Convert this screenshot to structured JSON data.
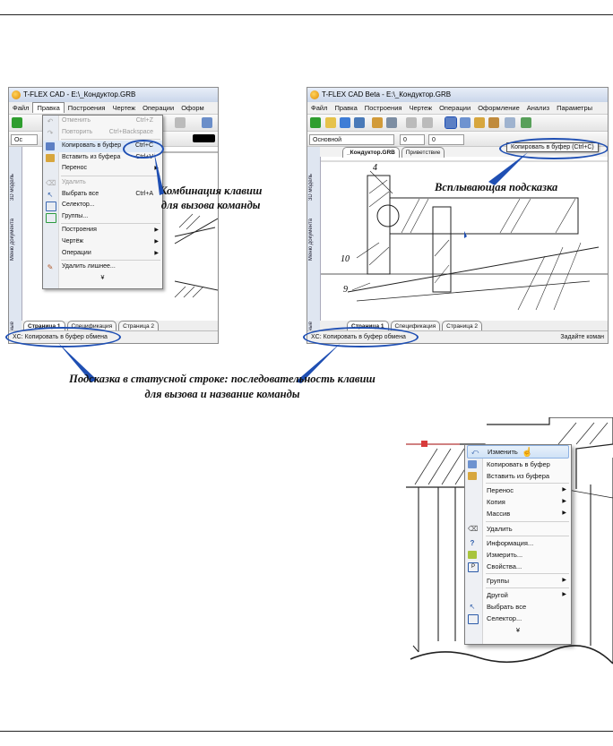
{
  "screenshot_left": {
    "window_title": "T-FLEX CAD - E:\\_Кондуктор.GRB",
    "menus": [
      "Файл",
      "Правка",
      "Построения",
      "Чертеж",
      "Операции",
      "Оформ"
    ],
    "panel_label": "Ос",
    "side_tabs": [
      "3D модель",
      "Меню документа",
      "Переменные"
    ],
    "edit_menu": {
      "items": [
        {
          "label": "Отменить",
          "shortcut": "Ctrl+Z",
          "disabled": true
        },
        {
          "label": "Повторить",
          "shortcut": "Ctrl+Backspace",
          "disabled": true
        },
        {
          "label": "Копировать в буфер",
          "shortcut": "Ctrl+C"
        },
        {
          "label": "Вставить из буфера",
          "shortcut": "Ctrl+V"
        },
        {
          "label": "Перенос",
          "submenu": true
        },
        {
          "label": "Удалить",
          "disabled": true
        },
        {
          "label": "Выбрать все",
          "shortcut": "Ctrl+A"
        },
        {
          "label": "Селектор..."
        },
        {
          "label": "Группы..."
        },
        {
          "label": "Построения",
          "submenu": true
        },
        {
          "label": "Чертёж",
          "submenu": true
        },
        {
          "label": "Операции",
          "submenu": true
        },
        {
          "label": "Удалить лишнее..."
        }
      ],
      "expand_glyph": "¥"
    },
    "page_tabs": [
      "Страница 1",
      "Спецификация",
      "Страница 2"
    ],
    "status": "XC: Копировать в буфер обмена"
  },
  "screenshot_right": {
    "window_title": "T-FLEX CAD Beta - E:\\_Кондуктор.GRB",
    "menus": [
      "Файл",
      "Правка",
      "Построения",
      "Чертеж",
      "Операции",
      "Оформление",
      "Анализ",
      "Параметры"
    ],
    "combo_style": "Основной",
    "combo_a": "0",
    "combo_b": "0",
    "tooltip": "Копировать в буфер (Ctrl+C)",
    "doc_tabs": [
      "_Кондуктор.GRB",
      "Приветствие"
    ],
    "drawing_labels": [
      "4",
      "10",
      "9"
    ],
    "page_tabs": [
      "Страница 1",
      "Спецификация",
      "Страница 2"
    ],
    "status": "XC: Копировать в буфер обмена",
    "status_right": "Задайте коман"
  },
  "callouts": {
    "shortcut_caption_1": "Комбинация клавиш",
    "shortcut_caption_2": "для вызова команды",
    "tooltip_caption": "Всплывающая подсказка",
    "status_caption_1": "Подсказка в статусной строке: последовательность клавиш",
    "status_caption_2": "для вызова и название команды"
  },
  "context_menu": {
    "items": [
      {
        "label": "Изменить",
        "highlighted": true
      },
      {
        "label": "Копировать в буфер"
      },
      {
        "label": "Вставить из буфера"
      },
      {
        "label": "Перенос",
        "submenu": true
      },
      {
        "label": "Копия",
        "submenu": true
      },
      {
        "label": "Массив",
        "submenu": true
      },
      {
        "label": "Удалить"
      },
      {
        "label": "Информация..."
      },
      {
        "label": "Измерить..."
      },
      {
        "label": "Свойства..."
      },
      {
        "label": "Группы",
        "submenu": true
      },
      {
        "label": "Другой",
        "submenu": true
      },
      {
        "label": "Выбрать все"
      },
      {
        "label": "Селектор..."
      }
    ],
    "expand_glyph": "¥"
  },
  "colors": {
    "callout_blue": "#1f4fb3",
    "menu_highlight": "#cfe2f6"
  }
}
